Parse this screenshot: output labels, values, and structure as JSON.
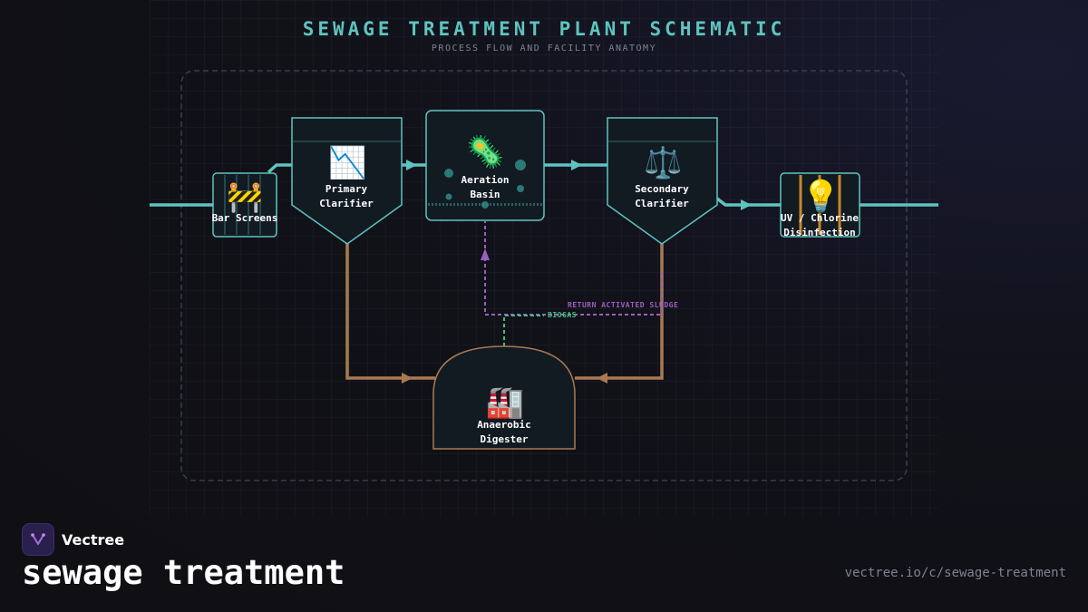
{
  "header": {
    "title": "SEWAGE TREATMENT PLANT SCHEMATIC",
    "subtitle": "PROCESS FLOW AND FACILITY ANATOMY"
  },
  "nodes": {
    "bar_screens": {
      "label": "Bar Screens",
      "icon": "🚧",
      "icon_name": "construction-barrier-icon"
    },
    "primary_clarifier": {
      "label": "Primary\nClarifier",
      "icon": "📉",
      "icon_name": "chart-decreasing-icon"
    },
    "aeration_basin": {
      "label": "Aeration\nBasin",
      "icon": "🦠",
      "icon_name": "microbe-icon"
    },
    "secondary_clarifier": {
      "label": "Secondary\nClarifier",
      "icon": "⚖️",
      "icon_name": "balance-scale-icon"
    },
    "disinfection": {
      "label": "UV / Chlorine\nDisinfection",
      "icon": "💡",
      "icon_name": "light-bulb-icon"
    },
    "digester": {
      "label": "Anaerobic\nDigester",
      "icon": "🏭",
      "icon_name": "factory-icon"
    }
  },
  "flows": {
    "return_sludge": "RETURN ACTIVATED SLUDGE",
    "biogas": "BIOGAS"
  },
  "colors": {
    "water": "#5ec4bf",
    "sludge": "#a87a52",
    "return_sludge": "#9b5fc0",
    "biogas": "#3fbf7f",
    "node_fill": "#121a22"
  },
  "footer": {
    "brand": "Vectree",
    "page_title": "sewage treatment",
    "url": "vectree.io/c/sewage-treatment"
  }
}
